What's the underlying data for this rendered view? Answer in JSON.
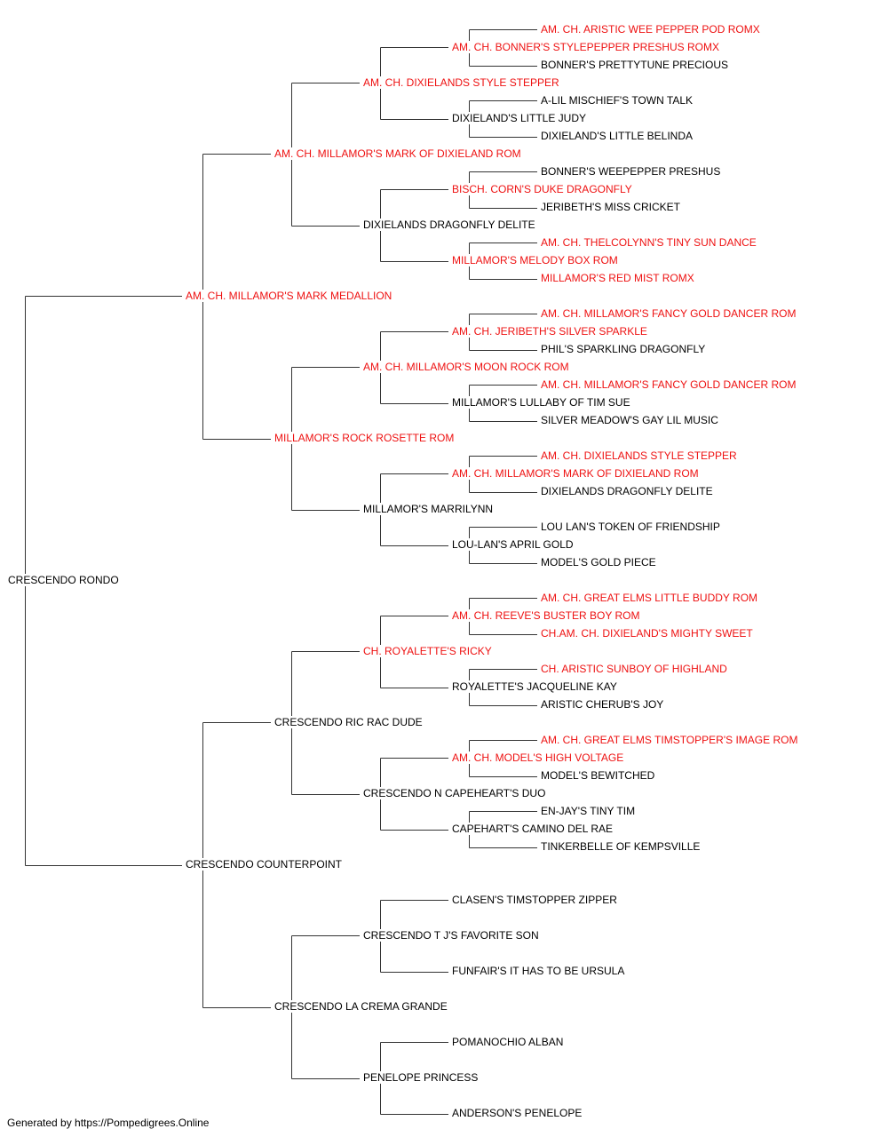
{
  "colors": {
    "champion": "#ee1111",
    "normal": "#000000",
    "line": "#333333"
  },
  "pedigree": {
    "name": "CRESCENDO RONDO",
    "red": false,
    "sire": {
      "name": "AM. CH. MILLAMOR'S MARK MEDALLION",
      "red": true,
      "sire": {
        "name": "AM. CH. MILLAMOR'S MARK OF DIXIELAND ROM",
        "red": true,
        "sire": {
          "name": "AM. CH. DIXIELANDS STYLE STEPPER",
          "red": true,
          "sire": {
            "name": "AM. CH. BONNER'S STYLEPEPPER PRESHUS ROMX",
            "red": true,
            "sire": {
              "name": "AM. CH. ARISTIC WEE PEPPER POD ROMX",
              "red": true
            },
            "dam": {
              "name": "BONNER'S PRETTYTUNE PRECIOUS",
              "red": false
            }
          },
          "dam": {
            "name": "DIXIELAND'S LITTLE JUDY",
            "red": false,
            "sire": {
              "name": "A-LIL MISCHIEF'S TOWN TALK",
              "red": false
            },
            "dam": {
              "name": "DIXIELAND'S LITTLE BELINDA",
              "red": false
            }
          }
        },
        "dam": {
          "name": "DIXIELANDS DRAGONFLY DELITE",
          "red": false,
          "sire": {
            "name": "BISCH. CORN'S DUKE DRAGONFLY",
            "red": true,
            "sire": {
              "name": "BONNER'S WEEPEPPER PRESHUS",
              "red": false
            },
            "dam": {
              "name": "JERIBETH'S MISS CRICKET",
              "red": false
            }
          },
          "dam": {
            "name": "MILLAMOR'S MELODY BOX ROM",
            "red": true,
            "sire": {
              "name": "AM. CH. THELCOLYNN'S TINY SUN DANCE",
              "red": true
            },
            "dam": {
              "name": "MILLAMOR'S RED MIST ROMX",
              "red": true
            }
          }
        }
      },
      "dam": {
        "name": "MILLAMOR'S ROCK ROSETTE ROM",
        "red": true,
        "sire": {
          "name": "AM. CH. MILLAMOR'S MOON ROCK ROM",
          "red": true,
          "sire": {
            "name": "AM. CH. JERIBETH'S SILVER SPARKLE",
            "red": true,
            "sire": {
              "name": "AM. CH. MILLAMOR'S FANCY GOLD DANCER ROM",
              "red": true
            },
            "dam": {
              "name": "PHIL'S SPARKLING DRAGONFLY",
              "red": false
            }
          },
          "dam": {
            "name": "MILLAMOR'S LULLABY OF TIM SUE",
            "red": false,
            "sire": {
              "name": "AM. CH. MILLAMOR'S FANCY GOLD DANCER ROM",
              "red": true
            },
            "dam": {
              "name": "SILVER MEADOW'S GAY LIL MUSIC",
              "red": false
            }
          }
        },
        "dam": {
          "name": "MILLAMOR'S MARRILYNN",
          "red": false,
          "sire": {
            "name": "AM. CH. MILLAMOR'S MARK OF DIXIELAND ROM",
            "red": true,
            "sire": {
              "name": "AM. CH. DIXIELANDS STYLE STEPPER",
              "red": true
            },
            "dam": {
              "name": "DIXIELANDS DRAGONFLY DELITE",
              "red": false
            }
          },
          "dam": {
            "name": "LOU-LAN'S APRIL GOLD",
            "red": false,
            "sire": {
              "name": "LOU LAN'S TOKEN OF FRIENDSHIP",
              "red": false
            },
            "dam": {
              "name": "MODEL'S GOLD PIECE",
              "red": false
            }
          }
        }
      }
    },
    "dam": {
      "name": "CRESCENDO COUNTERPOINT",
      "red": false,
      "sire": {
        "name": "CRESCENDO RIC RAC DUDE",
        "red": false,
        "sire": {
          "name": "CH. ROYALETTE'S RICKY",
          "red": true,
          "sire": {
            "name": "AM. CH. REEVE'S BUSTER BOY ROM",
            "red": true,
            "sire": {
              "name": "AM. CH. GREAT ELMS LITTLE BUDDY ROM",
              "red": true
            },
            "dam": {
              "name": "CH.AM. CH. DIXIELAND'S MIGHTY SWEET",
              "red": true
            }
          },
          "dam": {
            "name": "ROYALETTE'S JACQUELINE KAY",
            "red": false,
            "sire": {
              "name": "CH. ARISTIC SUNBOY OF HIGHLAND",
              "red": true
            },
            "dam": {
              "name": "ARISTIC CHERUB'S JOY",
              "red": false
            }
          }
        },
        "dam": {
          "name": "CRESCENDO N CAPEHEART'S DUO",
          "red": false,
          "sire": {
            "name": "AM. CH. MODEL'S HIGH VOLTAGE",
            "red": true,
            "sire": {
              "name": "AM. CH. GREAT ELMS TIMSTOPPER'S IMAGE ROM",
              "red": true
            },
            "dam": {
              "name": "MODEL'S BEWITCHED",
              "red": false
            }
          },
          "dam": {
            "name": "CAPEHART'S CAMINO DEL RAE",
            "red": false,
            "sire": {
              "name": "EN-JAY'S TINY TIM",
              "red": false
            },
            "dam": {
              "name": "TINKERBELLE OF KEMPSVILLE",
              "red": false
            }
          }
        }
      },
      "dam": {
        "name": "CRESCENDO LA CREMA GRANDE",
        "red": false,
        "sire": {
          "name": "CRESCENDO T J'S FAVORITE SON",
          "red": false,
          "sire": {
            "name": "CLASEN'S TIMSTOPPER ZIPPER",
            "red": false
          },
          "dam": {
            "name": "FUNFAIR'S IT HAS TO BE URSULA",
            "red": false
          }
        },
        "dam": {
          "name": "PENELOPE PRINCESS",
          "red": false,
          "sire": {
            "name": "POMANOCHIO ALBAN",
            "red": false
          },
          "dam": {
            "name": "ANDERSON'S PENELOPE",
            "red": false
          }
        }
      }
    }
  },
  "footer": {
    "text": "Generated by https://Pompedigrees.Online"
  }
}
